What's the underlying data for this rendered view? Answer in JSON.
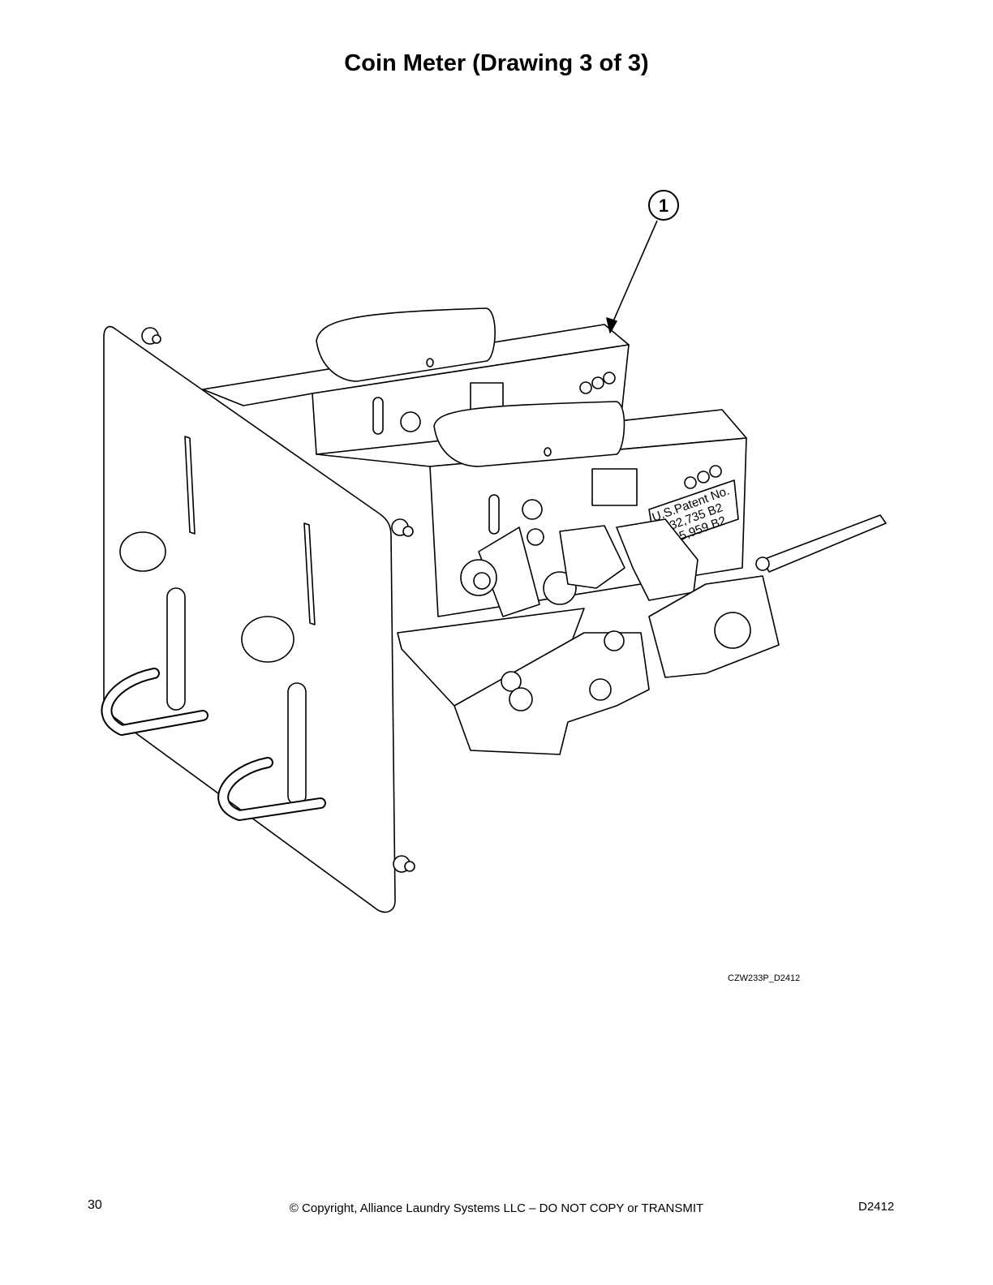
{
  "page": {
    "title": "Coin Meter (Drawing 3 of 3)",
    "drawing_code": "CZW233P_D2412",
    "callouts": [
      {
        "number": "1"
      }
    ],
    "patent_plate": {
      "line1": "U.S.Patent  No.",
      "line2": "7,032,735  B2",
      "line3": "7,615,959  B2"
    }
  },
  "footer": {
    "page_number": "30",
    "copyright": "© Copyright, Alliance Laundry Systems LLC – DO NOT COPY or TRANSMIT",
    "doc_id": "D2412"
  }
}
